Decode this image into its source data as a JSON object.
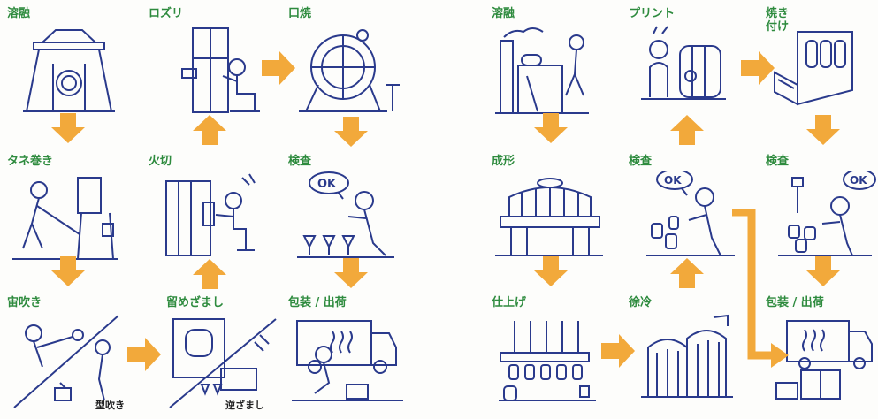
{
  "colors": {
    "label": "#2e8b3e",
    "arrow": "#f2a93b",
    "line": "#2a3a8c"
  },
  "left_chart": {
    "steps": [
      {
        "id": "melt",
        "label": "溶融",
        "icon": "furnace-icon"
      },
      {
        "id": "rosuri",
        "label": "ロズリ",
        "icon": "worker-machine-icon"
      },
      {
        "id": "kuchiyaki",
        "label": "口焼",
        "icon": "wheel-machine-icon"
      },
      {
        "id": "tanemaki",
        "label": "タネ巻き",
        "icon": "gathering-worker-icon"
      },
      {
        "id": "hikiri",
        "label": "火切",
        "icon": "cutting-worker-icon"
      },
      {
        "id": "inspect",
        "label": "検査",
        "icon": "inspector-ok-icon"
      },
      {
        "id": "chubuki",
        "label": "宙吹き",
        "icon": "free-blowing-icon"
      },
      {
        "id": "tomezamashi",
        "label": "留めざまし",
        "icon": "annealing-lehr-icon"
      },
      {
        "id": "pack",
        "label": "包装 / 出荷",
        "icon": "truck-packing-icon"
      }
    ],
    "captions": [
      "型吹き",
      "逆ざまし"
    ],
    "ok_text": "OK"
  },
  "right_chart": {
    "steps": [
      {
        "id": "melt",
        "label": "溶融",
        "icon": "factory-icon"
      },
      {
        "id": "print",
        "label": "プリント",
        "icon": "printing-worker-icon"
      },
      {
        "id": "bake",
        "label": "焼き\n付け",
        "icon": "kiln-icon"
      },
      {
        "id": "forming",
        "label": "成形",
        "icon": "forming-machine-icon"
      },
      {
        "id": "inspect1",
        "label": "検査",
        "icon": "inspector-ok-icon"
      },
      {
        "id": "inspect2",
        "label": "検査",
        "icon": "inspector-ok-icon"
      },
      {
        "id": "finish",
        "label": "仕上げ",
        "icon": "burner-line-icon"
      },
      {
        "id": "cooling",
        "label": "徐冷",
        "icon": "lehr-icon"
      },
      {
        "id": "pack",
        "label": "包装 / 出荷",
        "icon": "truck-packing-icon"
      }
    ],
    "ok_text": "OK"
  }
}
